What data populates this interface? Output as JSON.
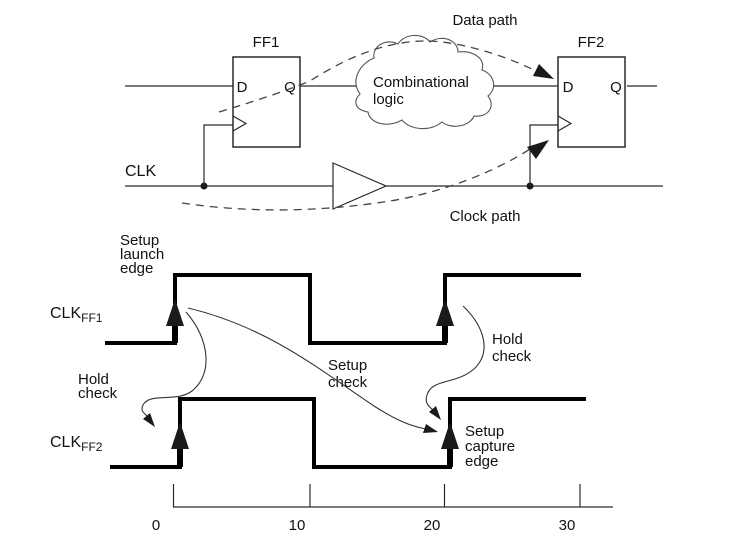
{
  "circuit": {
    "ff1": {
      "title": "FF1",
      "d": "D",
      "q": "Q"
    },
    "ff2": {
      "title": "FF2",
      "d": "D",
      "q": "Q"
    },
    "comb_logic": {
      "line1": "Combinational",
      "line2": "logic"
    },
    "clk_label": "CLK",
    "data_path_label": "Data path",
    "clock_path_label": "Clock path"
  },
  "timing": {
    "clk_ff1": {
      "main": "CLK",
      "sub": "FF1"
    },
    "clk_ff2": {
      "main": "CLK",
      "sub": "FF2"
    },
    "setup_launch": [
      "Setup",
      "launch",
      "edge"
    ],
    "hold_check_left": [
      "Hold",
      "check"
    ],
    "setup_check": [
      "Setup",
      "check"
    ],
    "hold_check_right": [
      "Hold",
      "check"
    ],
    "setup_capture": [
      "Setup",
      "capture",
      "edge"
    ],
    "axis_ticks": [
      "0",
      "10",
      "20",
      "30"
    ],
    "waveforms": {
      "clk_ff1_rising_edges": [
        0,
        20
      ],
      "clk_ff1_falling_edges": [
        10
      ],
      "clk_ff2_rising_edges": [
        0.4,
        20.4
      ],
      "clk_ff2_falling_edges": [
        10.4
      ],
      "axis_range": [
        0,
        30
      ]
    }
  },
  "colors": {
    "ink": "#111111",
    "line": "#2a2a2a",
    "muted": "#555555",
    "bg": "#ffffff"
  }
}
